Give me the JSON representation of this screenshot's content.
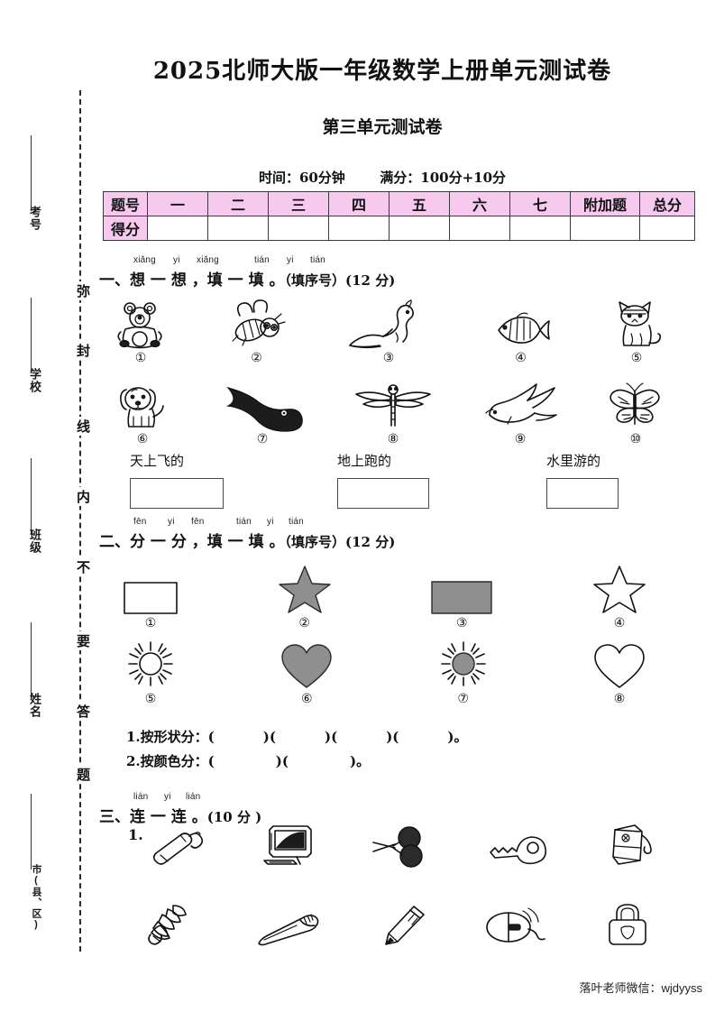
{
  "document": {
    "main_title": "2025北师大版一年级数学上册单元测试卷",
    "sub_title": "第三单元测试卷",
    "time_label": "时间：60分钟",
    "score_label": "满分：100分+10分",
    "footer_note": "落叶老师微信：wjdyyss"
  },
  "seal": {
    "labels": [
      "考号",
      "学校",
      "班级",
      "姓名",
      "市(县、区)"
    ],
    "phrase": [
      "弥",
      "封",
      "线",
      "内",
      "不",
      "要",
      "答",
      "题"
    ]
  },
  "score_table": {
    "row_labels": [
      "题号",
      "得分"
    ],
    "columns": [
      "一",
      "二",
      "三",
      "四",
      "五",
      "六",
      "七",
      "附加题",
      "总分"
    ],
    "scores": [
      "",
      "",
      "",
      "",
      "",
      "",
      "",
      "",
      ""
    ],
    "header_color": "#f7c9ef"
  },
  "q1": {
    "index": "一、",
    "title_chars": [
      "想",
      "一",
      "想",
      "，",
      "填",
      "一",
      "填"
    ],
    "title": "想 一 想 ，填 一 填 。",
    "tail": "（填序号）(12 分)",
    "pinyin": [
      "xiǎng",
      "yi",
      "xiǎng",
      "tián",
      "yi",
      "tián"
    ],
    "items_row1": [
      {
        "num": "①",
        "icon": "teddy-bear-icon"
      },
      {
        "num": "②",
        "icon": "bee-icon"
      },
      {
        "num": "③",
        "icon": "squirrel-icon"
      },
      {
        "num": "④",
        "icon": "fish-icon"
      },
      {
        "num": "⑤",
        "icon": "cat-icon"
      }
    ],
    "items_row2": [
      {
        "num": "⑥",
        "icon": "dog-icon"
      },
      {
        "num": "⑦",
        "icon": "tadpole-icon"
      },
      {
        "num": "⑧",
        "icon": "dragonfly-icon"
      },
      {
        "num": "⑨",
        "icon": "swallow-icon"
      },
      {
        "num": "⑩",
        "icon": "butterfly-icon"
      }
    ],
    "categories": [
      {
        "label": "天上飞的",
        "answer": ""
      },
      {
        "label": "地上跑的",
        "answer": ""
      },
      {
        "label": "水里游的",
        "answer": ""
      }
    ]
  },
  "q2": {
    "index": "二、",
    "title": "分 一 分 ，填 一 填 。",
    "tail": "（填序号）(12 分)",
    "pinyin": [
      "fēn",
      "yi",
      "fēn",
      "tián",
      "yi",
      "tián"
    ],
    "items_row1": [
      {
        "num": "①",
        "icon": "rectangle-white-icon",
        "color": "white"
      },
      {
        "num": "②",
        "icon": "star-gray-icon",
        "color": "gray"
      },
      {
        "num": "③",
        "icon": "rectangle-gray-icon",
        "color": "gray"
      },
      {
        "num": "④",
        "icon": "star-white-icon",
        "color": "white"
      }
    ],
    "items_row2": [
      {
        "num": "⑤",
        "icon": "sun-white-icon",
        "color": "white"
      },
      {
        "num": "⑥",
        "icon": "heart-gray-icon",
        "color": "gray"
      },
      {
        "num": "⑦",
        "icon": "sun-gray-icon",
        "color": "gray"
      },
      {
        "num": "⑧",
        "icon": "heart-white-icon",
        "color": "white"
      }
    ],
    "blanks": [
      {
        "label": "1.按形状分：",
        "slots": 4
      },
      {
        "label": "2.按颜色分：",
        "slots": 2
      }
    ]
  },
  "q3": {
    "index": "三、",
    "title": "连 一 连 。",
    "tail": "(10 分 )",
    "pinyin": [
      "lián",
      "yi",
      "lián"
    ],
    "sub_number": "1.",
    "items_row1": [
      {
        "icon": "toothpaste-tube-icon"
      },
      {
        "icon": "computer-icon"
      },
      {
        "icon": "table-tennis-paddles-icon"
      },
      {
        "icon": "key-icon"
      },
      {
        "icon": "pencil-sharpener-icon"
      }
    ],
    "items_row2": [
      {
        "icon": "shuttlecock-icon"
      },
      {
        "icon": "toothbrush-icon"
      },
      {
        "icon": "pencil-icon"
      },
      {
        "icon": "computer-mouse-icon"
      },
      {
        "icon": "padlock-icon"
      }
    ]
  }
}
